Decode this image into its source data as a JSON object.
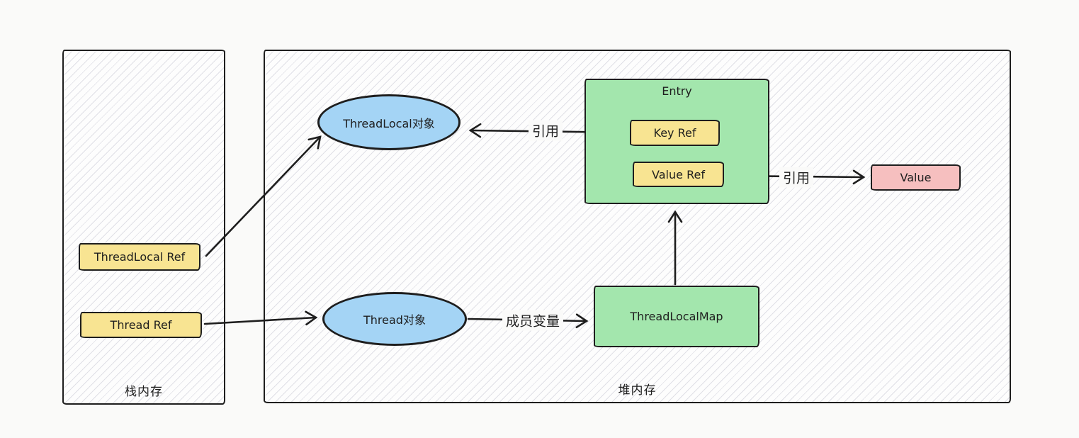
{
  "diagram": {
    "title_semantic": "ThreadLocal memory reference diagram",
    "background": "#fafaf9",
    "stroke_color": "#1e1e1e",
    "containers": {
      "stack": {
        "label": "栈内存"
      },
      "heap": {
        "label": "堆内存"
      }
    },
    "nodes": {
      "threadlocal_ref": {
        "label": "ThreadLocal Ref",
        "fill": "#f8e492",
        "shape": "rect"
      },
      "thread_ref": {
        "label": "Thread Ref",
        "fill": "#f8e492",
        "shape": "rect"
      },
      "threadlocal_obj": {
        "label": "ThreadLocal对象",
        "fill": "#a4d4f5",
        "shape": "ellipse"
      },
      "thread_obj": {
        "label": "Thread对象",
        "fill": "#a4d4f5",
        "shape": "ellipse"
      },
      "entry": {
        "label": "Entry",
        "fill": "#a3e6ad",
        "shape": "rect"
      },
      "key_ref": {
        "label": "Key Ref",
        "fill": "#f8e492",
        "shape": "rect"
      },
      "value_ref": {
        "label": "Value Ref",
        "fill": "#f8e492",
        "shape": "rect"
      },
      "threadlocalmap": {
        "label": "ThreadLocalMap",
        "fill": "#a3e6ad",
        "shape": "rect"
      },
      "value": {
        "label": "Value",
        "fill": "#f6bfbf",
        "shape": "rect"
      }
    },
    "edges": {
      "threadlocal_ref_to_threadlocal_obj": {
        "label": ""
      },
      "thread_ref_to_thread_obj": {
        "label": ""
      },
      "key_ref_to_threadlocal_obj": {
        "label": "引用"
      },
      "value_ref_to_value": {
        "label": "引用"
      },
      "threadlocalmap_to_entry": {
        "label": ""
      },
      "thread_obj_to_threadlocalmap": {
        "label": "成员变量"
      }
    }
  }
}
